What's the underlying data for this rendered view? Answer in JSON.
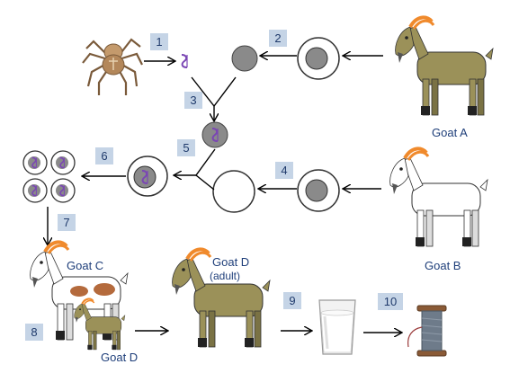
{
  "steps": [
    "1",
    "2",
    "3",
    "4",
    "5",
    "6",
    "7",
    "8",
    "9",
    "10"
  ],
  "goats": {
    "a": "Goat A",
    "b": "Goat B",
    "c": "Goat C",
    "d_small": "Goat D",
    "d_adult_name": "Goat D",
    "d_adult_note": "(adult)"
  },
  "colors": {
    "olive_goat": "#9b9159",
    "white_goat": "#ffffff",
    "horn": "#f08a2c",
    "spot": "#b46a3c",
    "nucleus": "#8a8a8a",
    "label_bg": "#c5d4e6",
    "label_text": "#1f3f7a",
    "dna": "#7a46b4"
  },
  "icons": [
    "spider-icon",
    "dna-strand-icon",
    "milk-glass-icon",
    "thread-spool-icon"
  ]
}
